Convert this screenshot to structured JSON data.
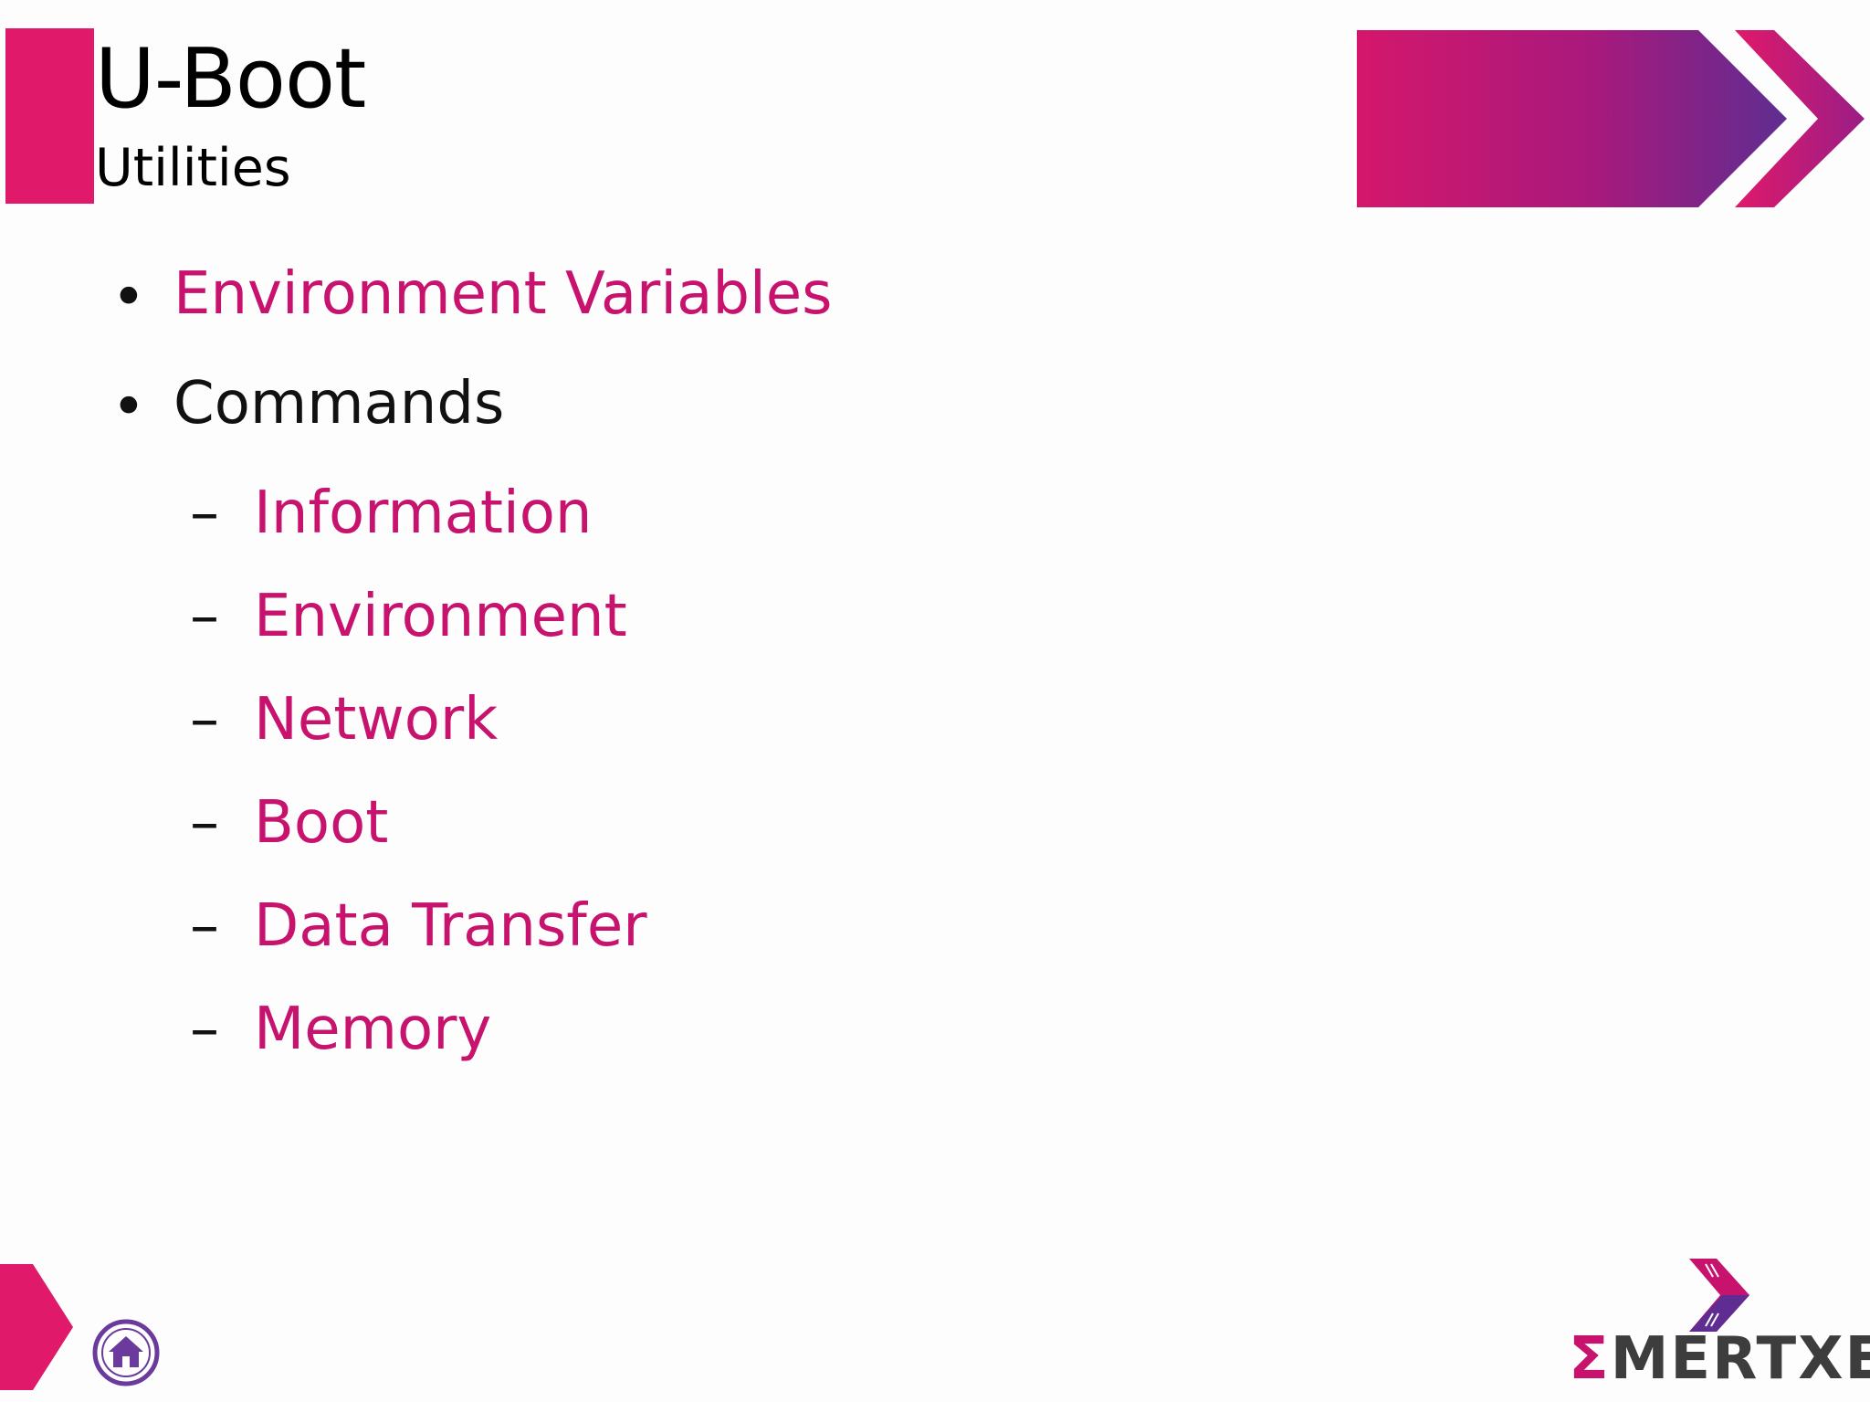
{
  "slide": {
    "title": "U-Boot",
    "subtitle": "Utilities"
  },
  "bullets": [
    {
      "text": "Environment Variables",
      "marker": "•"
    },
    {
      "text": "Commands",
      "marker": "•"
    }
  ],
  "sub_items": [
    {
      "text": "Information",
      "marker": "–"
    },
    {
      "text": "Environment",
      "marker": "–"
    },
    {
      "text": "Network",
      "marker": "–"
    },
    {
      "text": "Boot",
      "marker": "–"
    },
    {
      "text": "Data Transfer",
      "marker": "–"
    },
    {
      "text": "Memory",
      "marker": "–"
    }
  ],
  "logo": {
    "sigma": "Σ",
    "text": "MERTXE"
  },
  "icons": {
    "home": "home-icon",
    "banner": "chevron-banner-graphic",
    "corner": "corner-arrow-graphic",
    "logo_mark": "logo-chevron-icon"
  },
  "colors": {
    "accent": "#e0196a",
    "link": "#c8136e",
    "purple": "#5f2d91"
  }
}
